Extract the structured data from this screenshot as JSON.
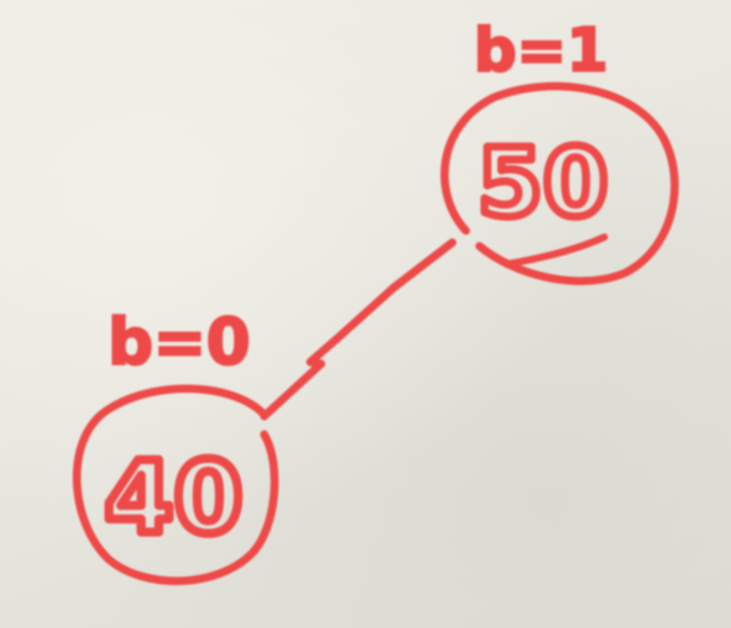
{
  "colors": {
    "ink": "#ee4a48",
    "board": "#eceae2"
  },
  "tree": {
    "root": {
      "value": "50",
      "balance_label": "b=1"
    },
    "left_child": {
      "value": "40",
      "balance_label": "b=0"
    }
  }
}
